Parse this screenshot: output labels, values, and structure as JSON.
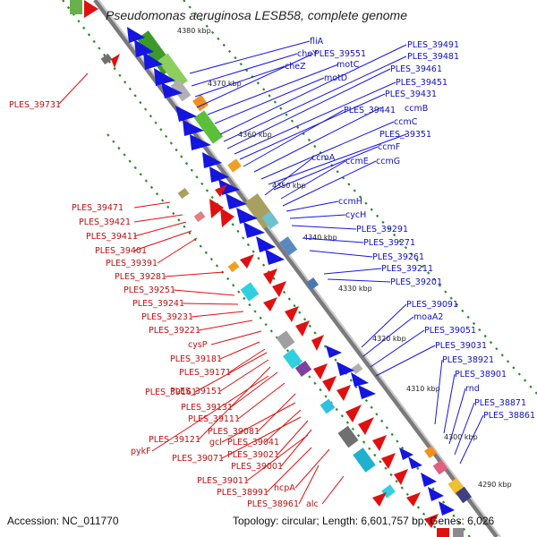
{
  "title": "Pseudomonas aeruginosa LESB58, complete genome",
  "footer": {
    "accession": "Accession: NC_011770",
    "topology": "Topology: circular; Length: 6,601,757 bp; Genes: 6,026"
  },
  "colors": {
    "forward_gene": "#1515e0",
    "reverse_gene": "#e01010",
    "blue_label": "#1010c0",
    "red_label": "#c01010",
    "dots": "#2a8a2a",
    "backbone": "#888888"
  },
  "kbp_ticks": [
    "4380 kbp",
    "4370 kbp",
    "4360 kbp",
    "4350 kbp",
    "4340 kbp",
    "4330 kbp",
    "4320 kbp",
    "4310 kbp",
    "4300 kbp",
    "4290 kbp"
  ],
  "blue_labels": [
    "fliA",
    "cheY",
    "cheZ",
    "PLES_39551",
    "motC",
    "motD",
    "PLES_39491",
    "PLES_39481",
    "PLES_39461",
    "PLES_39451",
    "PLES_39431",
    "PLES_39441",
    "ccmB",
    "ccmC",
    "PLES_39351",
    "ccmF",
    "ccmA",
    "ccmE",
    "ccmG",
    "ccmH",
    "cycH",
    "PLES_39291",
    "PLES_39271",
    "PLES_39261",
    "PLES_39211",
    "PLES_39201",
    "PLES_39091",
    "moaA2",
    "PLES_39051",
    "PLES_39031",
    "PLES_38921",
    "PLES_38901",
    "rnd",
    "PLES_38871",
    "PLES_38861"
  ],
  "red_labels": [
    "PLES_39731",
    "PLES_39471",
    "PLES_39421",
    "PLES_39411",
    "PLES_39401",
    "PLES_39391",
    "PLES_39281",
    "PLES_39251",
    "PLES_39241",
    "PLES_39231",
    "PLES_39221",
    "cysP",
    "PLES_39181",
    "PLES_39171",
    "PLES_39151",
    "PLES_39131",
    "PLES_39161",
    "PLES_39111",
    "PLES_39081",
    "PLES_39121",
    "gcl",
    "PLES_39041",
    "pykF",
    "PLES_39021",
    "PLES_39071",
    "PLES_39001",
    "PLES_39011",
    "hcpA",
    "PLES_38991",
    "PLES_38961",
    "alc"
  ]
}
